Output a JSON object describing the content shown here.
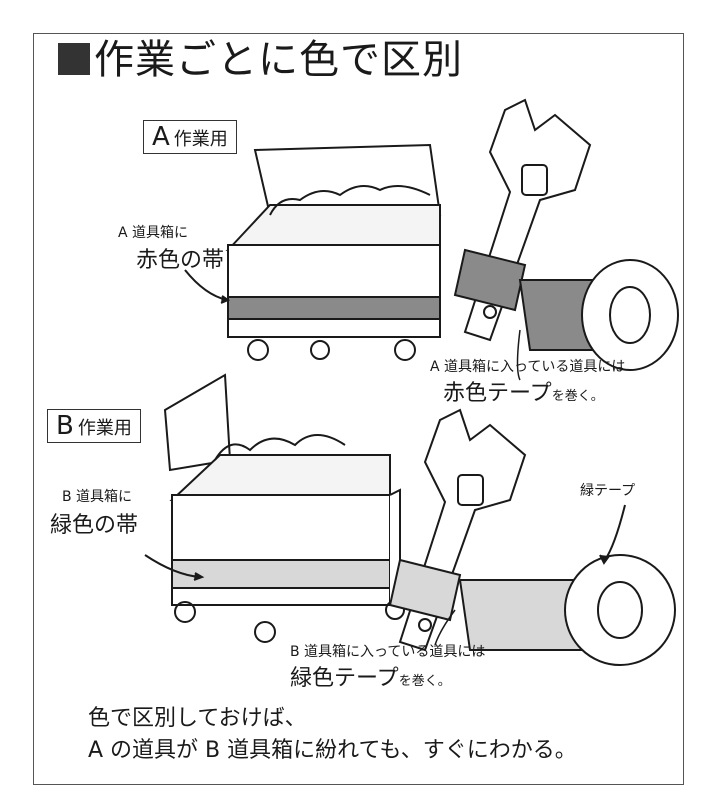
{
  "title": "作業ごとに色で区別",
  "section_a": {
    "tag_letter": "A",
    "tag_label": "作業用",
    "box_note_small": "A 道具箱に",
    "box_note_large": "赤色の帯",
    "tape_note_small": "A 道具箱に入っている道具には",
    "tape_note_large": "赤色テープ",
    "tape_note_suffix": "を巻く。"
  },
  "section_b": {
    "tag_letter": "B",
    "tag_label": "作業用",
    "box_note_small": "B 道具箱に",
    "box_note_large": "緑色の帯",
    "tape_label": "緑テープ",
    "tape_note_small": "B 道具箱に入っている道具には",
    "tape_note_large": "緑色テープ",
    "tape_note_suffix": "を巻く。"
  },
  "conclusion": {
    "line1": "色で区別しておけば、",
    "line2": "A の道具が B 道具箱に紛れても、すぐにわかる。"
  },
  "colors": {
    "band_a": "#8a8a8a",
    "band_b": "#d8d8d8",
    "ink": "#1a1a1a"
  }
}
